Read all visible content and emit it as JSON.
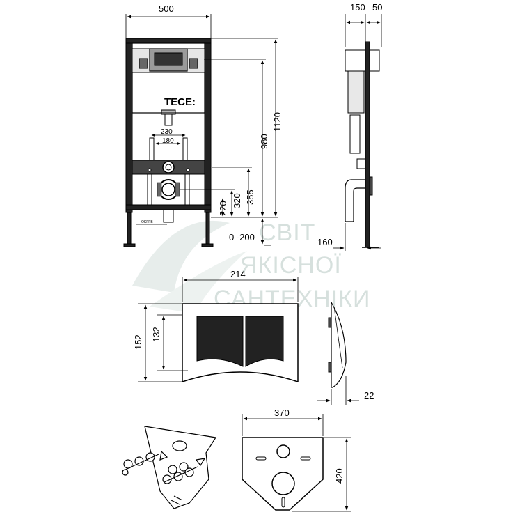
{
  "brand": {
    "logo": "TECE:",
    "plate_text": "OKFFB"
  },
  "watermark": {
    "line1": "СВІТ",
    "line2": "ЯКІСНОЇ",
    "line3": "САНТЕХНІКИ"
  },
  "dimensions": {
    "frame_width": "500",
    "side_depth_a": "150",
    "side_depth_b": "50",
    "height_total": "1120",
    "height_980": "980",
    "height_355": "355",
    "height_320": "320",
    "height_220": "220",
    "adjust_range": "0 -200",
    "drain_230": "230",
    "drain_180": "180",
    "side_foot": "160",
    "plate_width": "214",
    "plate_height_outer": "152",
    "plate_height_inner": "132",
    "plate_depth": "22",
    "mat_width": "370",
    "mat_height": "420"
  },
  "colors": {
    "line": "#000000",
    "frame_fill": "#dcdcdc",
    "watermark": "#c9d6d2"
  }
}
